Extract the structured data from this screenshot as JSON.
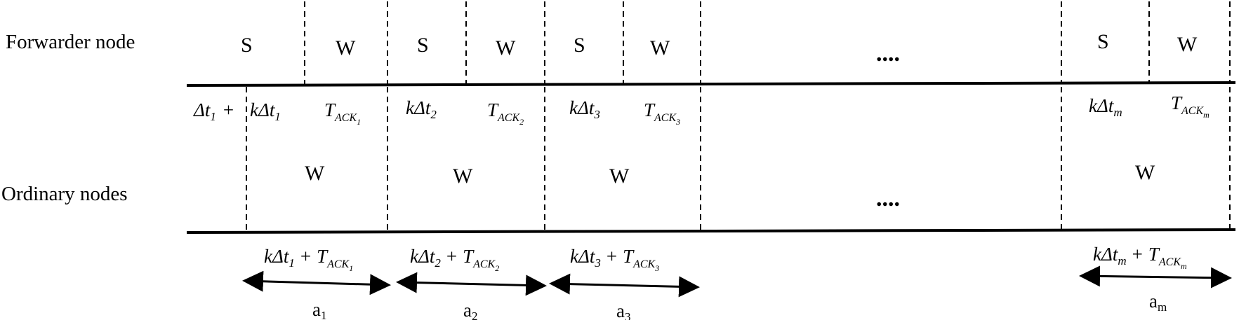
{
  "rows": {
    "forwarder_label": "Forwarder node",
    "ordinary_label": "Ordinary nodes"
  },
  "forwarder_slots": [
    {
      "s": "S",
      "w": "W"
    },
    {
      "s": "S",
      "w": "W"
    },
    {
      "s": "S",
      "w": "W"
    },
    {
      "s": "S",
      "w": "W"
    }
  ],
  "ordinary_slots": [
    {
      "w": "W"
    },
    {
      "w": "W"
    },
    {
      "w": "W"
    },
    {
      "w": "W"
    }
  ],
  "ellipsis": "....",
  "timing_labels": {
    "initial": {
      "delta": "Δt",
      "sub": "1",
      "plus": "+"
    },
    "slots": [
      {
        "k": "kΔt",
        "k_sub": "1",
        "t": "T",
        "t_sub": "ACK",
        "t_sub2": "1"
      },
      {
        "k": "kΔt",
        "k_sub": "2",
        "t": "T",
        "t_sub": "ACK",
        "t_sub2": "2"
      },
      {
        "k": "kΔt",
        "k_sub": "3",
        "t": "T",
        "t_sub": "ACK",
        "t_sub2": "3"
      },
      {
        "k": "kΔt",
        "k_sub": "m",
        "t": "T",
        "t_sub": "ACK",
        "t_sub2": "m"
      }
    ]
  },
  "intervals": [
    {
      "expr_k": "kΔt",
      "expr_k_sub": "1",
      "plus": "+",
      "expr_t": "T",
      "expr_t_sub": "ACK",
      "expr_t_sub2": "1",
      "name": "a",
      "name_sub": "1"
    },
    {
      "expr_k": "kΔt",
      "expr_k_sub": "2",
      "plus": "+",
      "expr_t": "T",
      "expr_t_sub": "ACK",
      "expr_t_sub2": "2",
      "name": "a",
      "name_sub": "2"
    },
    {
      "expr_k": "kΔt",
      "expr_k_sub": "3",
      "plus": "+",
      "expr_t": "T",
      "expr_t_sub": "ACK",
      "expr_t_sub2": "3",
      "name": "a",
      "name_sub": "3"
    },
    {
      "expr_k": "kΔt",
      "expr_k_sub": "m",
      "plus": "+",
      "expr_t": "T",
      "expr_t_sub": "ACK",
      "expr_t_sub2": "m",
      "name": "a",
      "name_sub": "m"
    }
  ]
}
